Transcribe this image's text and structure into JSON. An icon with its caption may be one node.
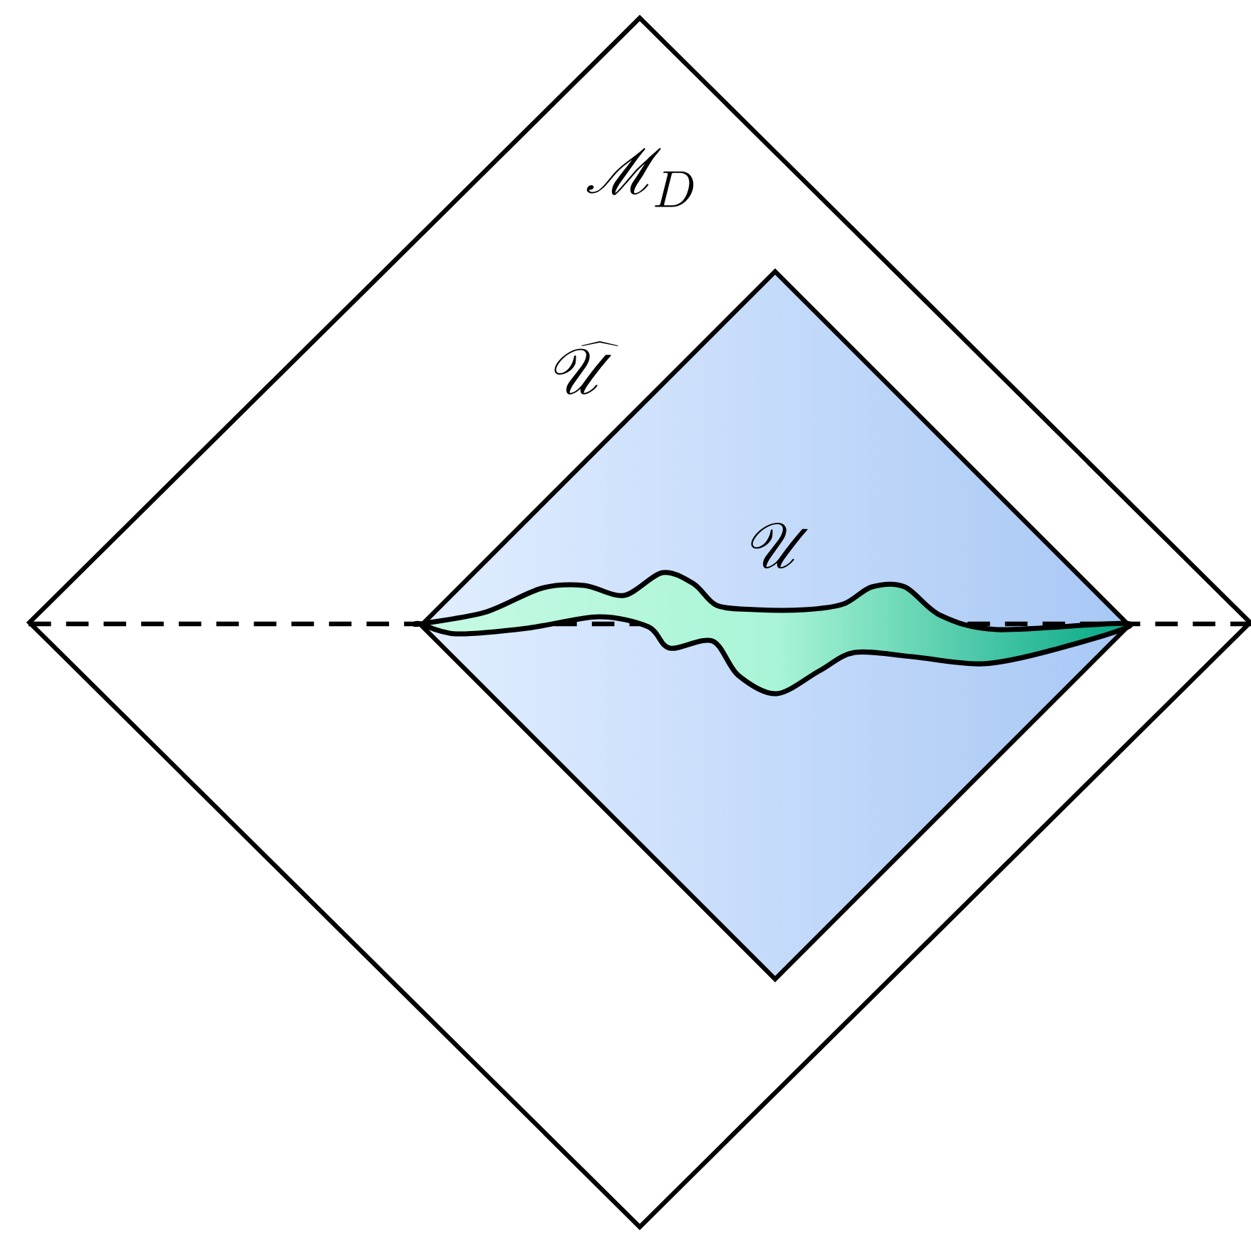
{
  "diagram": {
    "nodes": [
      {
        "text": [
          "\\mathscr{M}_D"
        ]
      },
      {
        "text": [
          "\\widehat{\\mathscr{U}}"
        ],
        "in": 0
      },
      {
        "text": [
          "\\mathscr{U}"
        ],
        "in": 1
      }
    ]
  }
}
